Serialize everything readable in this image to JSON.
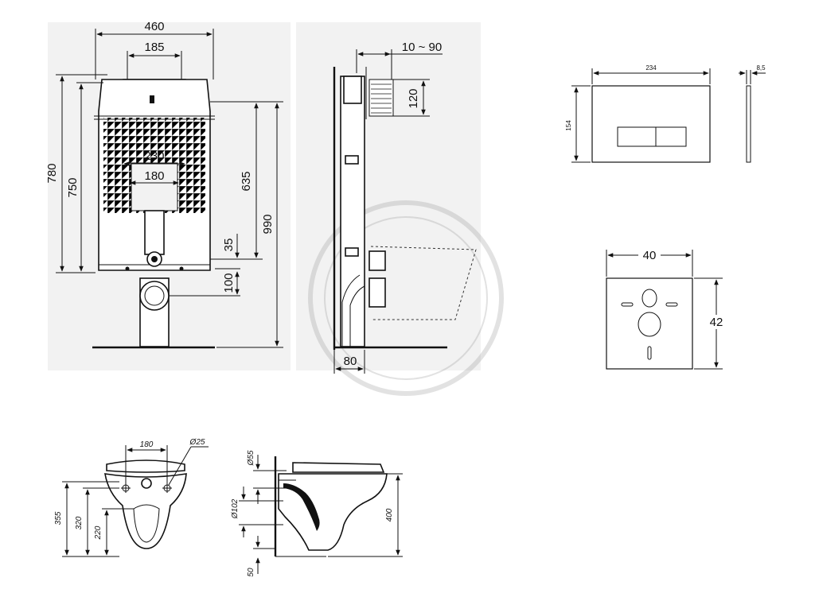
{
  "front_view": {
    "width_total": "460",
    "width_top": "185",
    "width_inner": "230",
    "width_inner_small": "180",
    "height_780": "780",
    "height_750": "750",
    "height_635": "635",
    "height_990": "990",
    "height_35": "35",
    "height_100": "100"
  },
  "side_view": {
    "depth_range": "10 ~ 90",
    "height_120": "120",
    "depth_80": "80"
  },
  "flush_plate": {
    "width": "234",
    "height": "154",
    "thickness": "8,5"
  },
  "mounting_plate": {
    "width": "40",
    "height": "42"
  },
  "bowl_front": {
    "bolt_spacing": "180",
    "hole_diameter": "Ø25",
    "height_355": "355",
    "height_320": "320",
    "height_220": "220"
  },
  "bowl_side": {
    "inlet_diameter": "Ø55",
    "outlet_diameter": "Ø102",
    "height_400": "400",
    "offset_50": "50"
  },
  "colors": {
    "line": "#111111",
    "background_panel": "#f2f2f2",
    "grid": "#999999"
  }
}
